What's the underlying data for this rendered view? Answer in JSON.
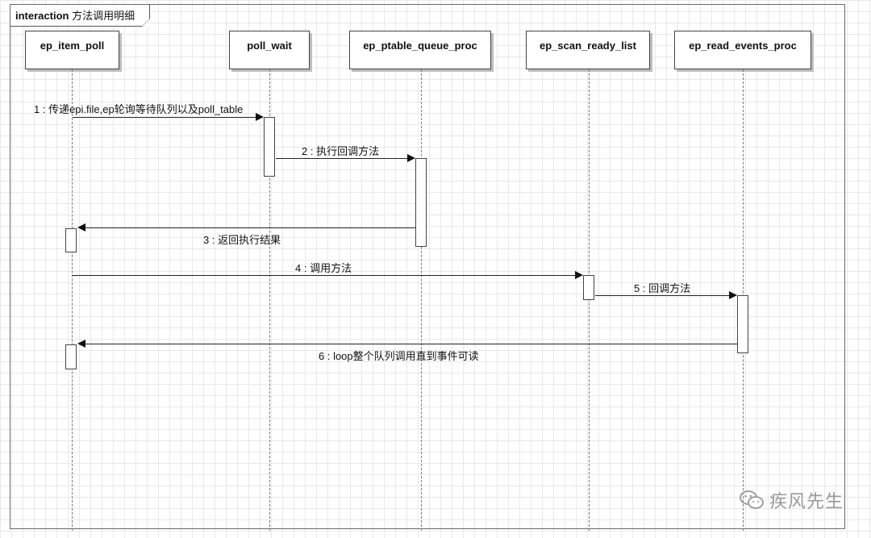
{
  "frame": {
    "keyword": "interaction",
    "name": "方法调用明细"
  },
  "lifelines": [
    {
      "name": "ep_item_poll"
    },
    {
      "name": "poll_wait"
    },
    {
      "name": "ep_ptable_queue_proc"
    },
    {
      "name": "ep_scan_ready_list"
    },
    {
      "name": "ep_read_events_proc"
    }
  ],
  "messages": [
    {
      "label": "1 : 传递epi.file,ep轮询等待队列以及poll_table"
    },
    {
      "label": "2 : 执行回调方法"
    },
    {
      "label": "3 : 返回执行结果"
    },
    {
      "label": "4 : 调用方法"
    },
    {
      "label": "5 : 回调方法"
    },
    {
      "label": "6 : loop整个队列调用直到事件可读"
    }
  ],
  "watermark": {
    "text": "疾风先生",
    "icon": "wechat-icon"
  }
}
